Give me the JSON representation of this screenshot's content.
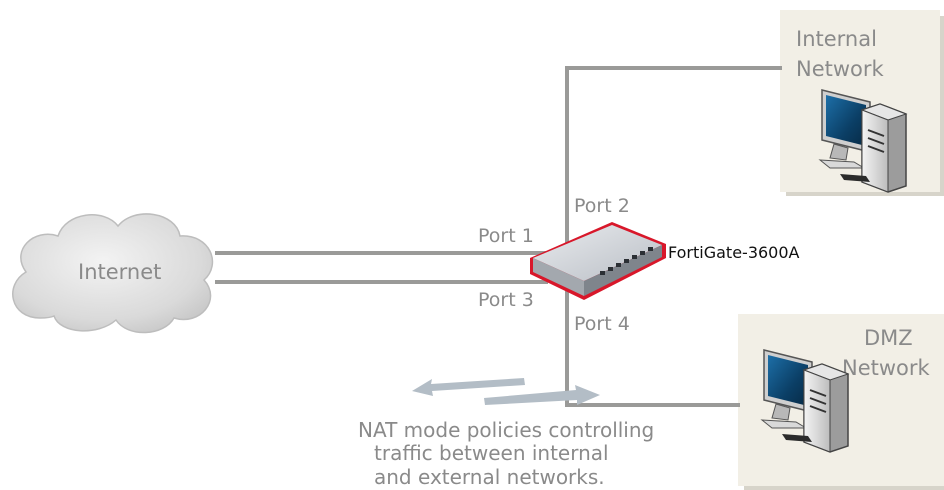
{
  "cloud": {
    "label": "Internet"
  },
  "firewall": {
    "label": "FortiGate-3600A"
  },
  "ports": {
    "p1": "Port 1",
    "p2": "Port 2",
    "p3": "Port 3",
    "p4": "Port 4"
  },
  "internal_network": {
    "line1": "Internal",
    "line2": "Network"
  },
  "dmz_network": {
    "line1": "DMZ",
    "line2": "Network"
  },
  "note": {
    "line1": "NAT mode policies controlling",
    "line2": "traffic between internal",
    "line3": "and external networks."
  },
  "colors": {
    "link": "#9a9a98",
    "panel": "#f2efe6",
    "device_outline": "#d8172a",
    "arrow": "#b3bdc6"
  },
  "icons": [
    "cloud-icon",
    "firewall-appliance-icon",
    "computer-workstation-icon",
    "traffic-arrows-icon"
  ]
}
